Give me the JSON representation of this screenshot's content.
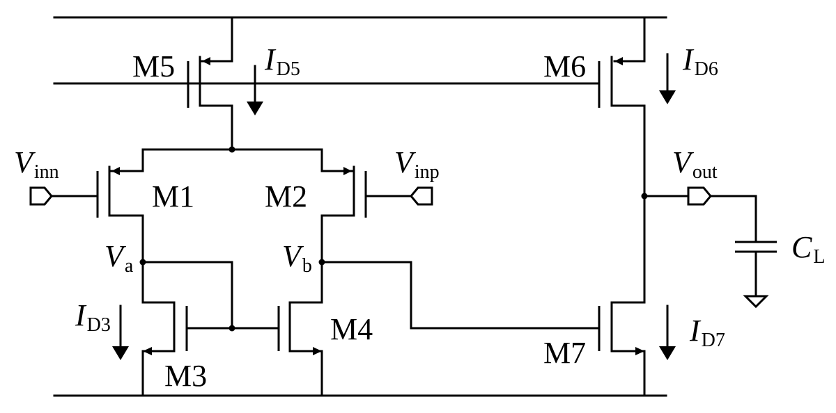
{
  "transistors": {
    "m1": "M1",
    "m2": "M2",
    "m3": "M3",
    "m4": "M4",
    "m5": "M5",
    "m6": "M6",
    "m7": "M7"
  },
  "currents": {
    "id5": {
      "main": "I",
      "sub": "D5"
    },
    "id6": {
      "main": "I",
      "sub": "D6"
    },
    "id3": {
      "main": "I",
      "sub": "D3"
    },
    "id7": {
      "main": "I",
      "sub": "D7"
    }
  },
  "nodes": {
    "vinn": {
      "main": "V",
      "sub": "inn"
    },
    "vinp": {
      "main": "V",
      "sub": "inp"
    },
    "va": {
      "main": "V",
      "sub": "a"
    },
    "vb": {
      "main": "V",
      "sub": "b"
    },
    "vout": {
      "main": "V",
      "sub": "out"
    },
    "cl": {
      "main": "C",
      "sub": "L"
    }
  }
}
